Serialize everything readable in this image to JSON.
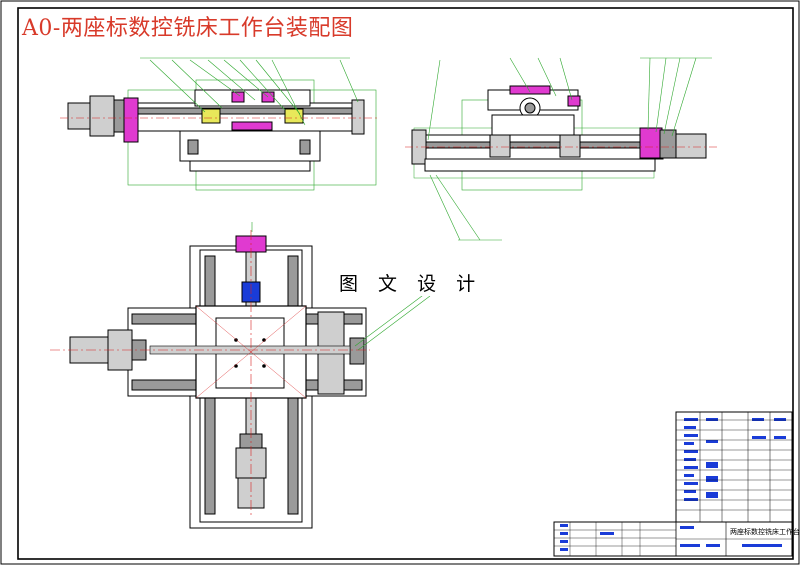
{
  "drawing": {
    "title": "A0-两座标数控铣床工作台装配图",
    "watermark": "图 文 设 计",
    "title_block_name": "两座标数控铣床工作台",
    "colors": {
      "title": "#d83a2a",
      "outline": "#000000",
      "part_fill": "#9a9a9a",
      "part_fill_light": "#cfcfcf",
      "highlight": "#e03ad0",
      "leader": "#2fa82f",
      "centerline": "#d82020",
      "blue_mark": "#1a3cd8"
    }
  }
}
